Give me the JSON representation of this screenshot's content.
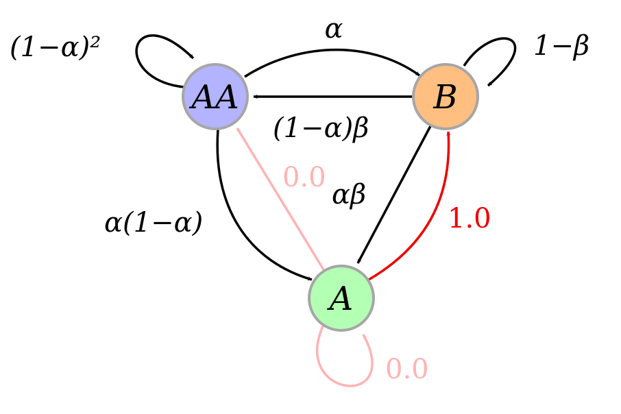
{
  "nodes": {
    "AA": {
      "label": "AA",
      "fill": "#b3b3ff"
    },
    "B": {
      "label": "B",
      "fill": "#ffbf80"
    },
    "A": {
      "label": "A",
      "fill": "#b3ffb3"
    }
  },
  "edges": {
    "aa_self": {
      "label": "(1−α)²",
      "color": "#000000"
    },
    "aa_to_b": {
      "label": "α",
      "color": "#000000"
    },
    "b_self": {
      "label": "1−β",
      "color": "#000000"
    },
    "b_to_aa": {
      "label": "(1−α)β",
      "color": "#000000"
    },
    "aa_to_a": {
      "label": "α(1−α)",
      "color": "#000000"
    },
    "b_to_a": {
      "label": "αβ",
      "color": "#000000"
    },
    "a_to_aa": {
      "label": "0.0",
      "color": "#ffb3b3"
    },
    "a_to_b": {
      "label": "1.0",
      "color": "#ee0000"
    },
    "a_self": {
      "label": "0.0",
      "color": "#ffb3b3"
    }
  }
}
